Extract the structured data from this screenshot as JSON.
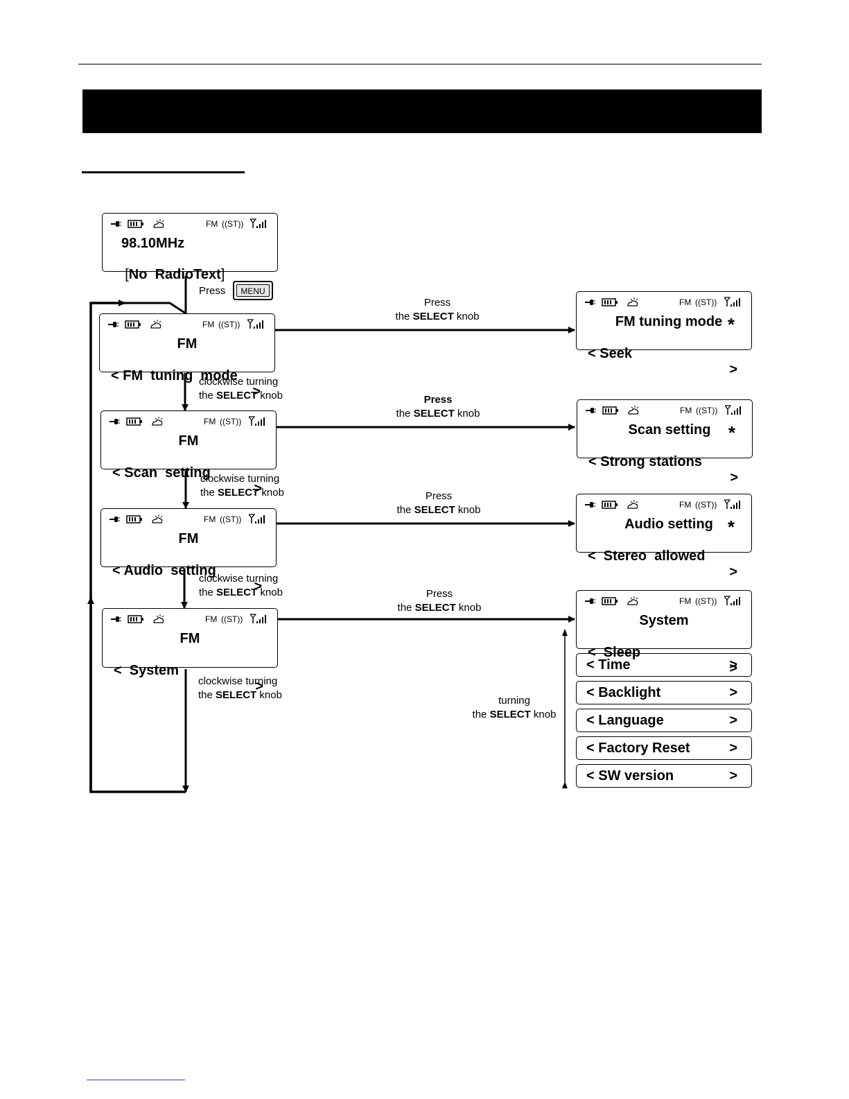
{
  "lcd_status": {
    "band": "FM",
    "stereo": "((ST))"
  },
  "start_screen": {
    "freq": "98.10MHz",
    "rt_open": "[",
    "rt_text": "No  RadioText",
    "rt_close": "]"
  },
  "press_menu": {
    "label": "Press",
    "button": "MENU"
  },
  "menu": [
    {
      "title": "FM",
      "left": "< FM  tuning  mode",
      "right": ">"
    },
    {
      "title": "FM",
      "left": "< Scan  setting",
      "right": ">"
    },
    {
      "title": "FM",
      "left": "< Audio  setting",
      "right": ">"
    },
    {
      "title": "FM",
      "left": "<  System",
      "right": ">"
    }
  ],
  "sub": [
    {
      "title": "FM  tuning  mode",
      "left": "< Seek",
      "right": ">",
      "star": "*"
    },
    {
      "title": "Scan  setting",
      "left": "< Strong stations",
      "right": ">",
      "star": "*"
    },
    {
      "title": "Audio  setting",
      "left": "<  Stereo  allowed",
      "right": ">",
      "star": "*"
    },
    {
      "title": "System",
      "left": "<  Sleep",
      "right": ">"
    }
  ],
  "system_options": [
    {
      "left": "<  Time",
      "right": ">"
    },
    {
      "left": "<  Backlight",
      "right": ">"
    },
    {
      "left": "<  Language",
      "right": ">"
    },
    {
      "left": "<  Factory  Reset",
      "right": ">"
    },
    {
      "left": "<  SW  version",
      "right": ">"
    }
  ],
  "captions": {
    "press": "Press",
    "the": "the",
    "select": "SELECT",
    "knob": "knob",
    "clockwise": "clockwise turning",
    "turning": "turning"
  }
}
